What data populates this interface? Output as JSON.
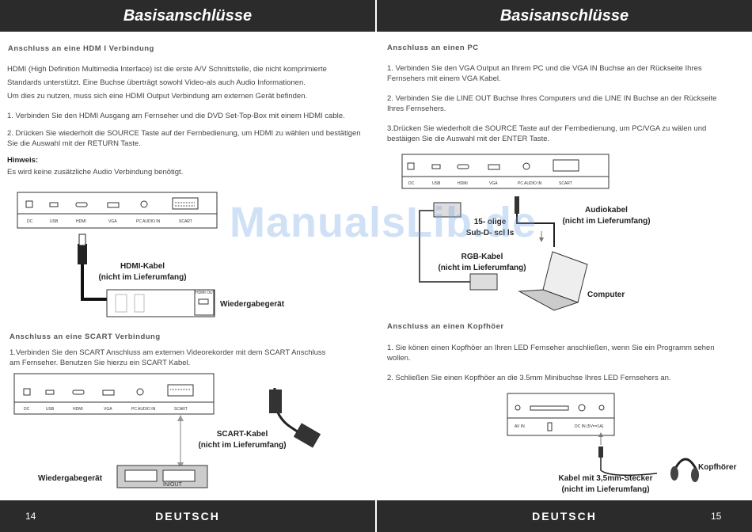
{
  "header": {
    "left_title": "Basisanschlüsse",
    "right_title": "Basisanschlüsse"
  },
  "left": {
    "hdmi_heading": "Anschluss an eine HDM I  Verbindung",
    "hdmi_intro1": "HDMI (High Definition Multimedia Interface) ist die erste A/V Schnittstelle, die nicht komprimierte",
    "hdmi_intro2": "Standards unterstützt. Eine Buchse überträgt sowohl Video-als auch Audio Informationen.",
    "hdmi_intro3": "Um dies zu nutzen, muss sich eine HDMI Output Verbindung am externen Gerät befinden.",
    "hdmi_step1": "1. Verbinden Sie den HDMI Ausgang am Fernseher und die DVD Set-Top-Box mit einem HDMI  cable.",
    "hdmi_step2a": "2. Drücken Sie wiederholt die SOURCE Taste auf der Fernbedienung, um HDMI zu wählen und  bestätigen",
    "hdmi_step2b": "Sie die Auswahl mit der RETURN Taste.",
    "note_title": "Hinweis:",
    "note_text": "Es wird keine zusätzliche Audio Verbindung benötigt.",
    "ports": [
      "DC",
      "USB",
      "HDMI",
      "VGA",
      "PC AUDIO IN",
      "SCART"
    ],
    "hdmi_cable_label1": "HDMI-Kabel",
    "hdmi_cable_label2": "(nicht im Lieferumfang)",
    "playback_label": "Wiedergabegerät",
    "hdmi_out_label": "HDMI OUT",
    "scart_heading": "Anschluss an eine SCART Verbindung",
    "scart_step1a": "1.Verbinden Sie den SCART Anschluss am externen Videorekorder mit dem SCART Anschluss",
    "scart_step1b": "am Fernseher. Benutzen Sie hierzu ein SCART Kabel.",
    "scart_cable_label1": "SCART-Kabel",
    "scart_cable_label2": "(nicht im Lieferumfang)",
    "scart_playback_label": "Wiedergabegerät",
    "inout_label": "IN/OUT"
  },
  "right": {
    "pc_heading": "Anschluss an einen PC",
    "pc_step1a": "1. Verbinden Sie den VGA Output an Ihrem PC und die VGA IN Buchse an der Rückseite Ihres",
    "pc_step1b": "Fernsehers mit einem VGA Kabel.",
    "pc_step2a": "2. Verbinden Sie die LINE OUT Buchse Ihres Computers und die LINE IN Buchse an der Rückseite",
    "pc_step2b": "Ihres Fernsehers.",
    "pc_step3a": "3.Drücken Sie wiederholt die SOURCE Taste auf der Fernbedienung, um PC/VGA zu wälen und",
    "pc_step3b": "bestäigen Sie die Auswahl mit der ENTER Taste.",
    "audio_cable_label1": "Audiokabel",
    "audio_cable_label2": "(nicht im Lieferumfang)",
    "vga_label1": "15-  olige",
    "vga_label2": "Sub-D-    scl ls",
    "rgb_label1": "RGB-Kabel",
    "rgb_label2": "(nicht im Lieferumfang)",
    "computer_label": "Computer",
    "hp_heading": "Anschluss an einen Kopfhöer",
    "hp_step1a": "1. Sie könen einen Kopfhöer an Ihren LED Fernseher anschließen, wenn Sie ein Programm sehen",
    "hp_step1b": "wollen.",
    "hp_step2": "2. Schließen Sie einen Kopfhöer an die 3.5mm Minibuchse Ihres LED Fernsehers an.",
    "hp_ports": [
      "AV IN",
      "",
      "DC IN (5V==1A)",
      ""
    ],
    "headphone_label": "Kopfhörer",
    "hp_cable_label1": "Kabel mit 3,5mm-Stecker",
    "hp_cable_label2": "(nicht im Lieferumfang)"
  },
  "watermark": "ManualsLib.de",
  "footer": {
    "left_page": "14",
    "right_page": "15",
    "left_lang": "DEUTSCH",
    "right_lang": "DEUTSCH"
  }
}
